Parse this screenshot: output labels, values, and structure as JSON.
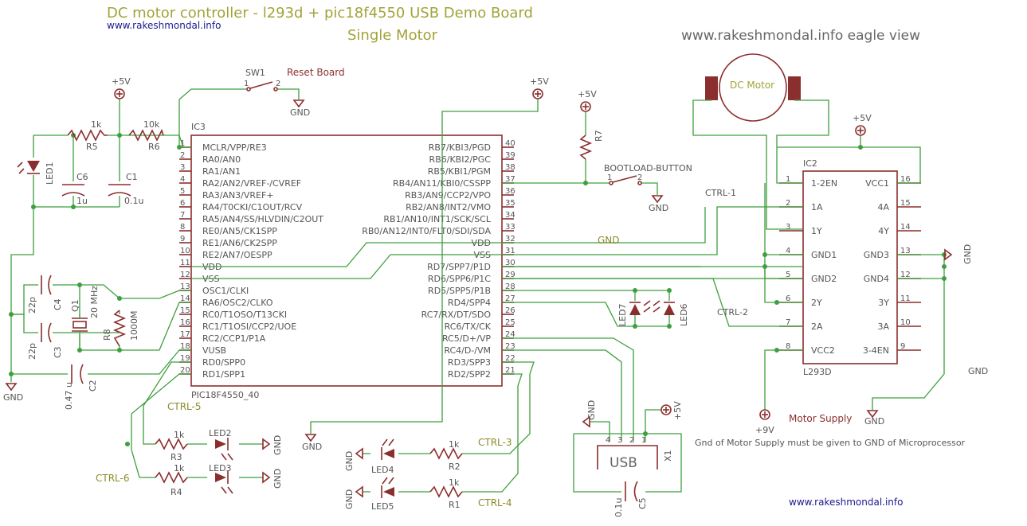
{
  "title": "DC motor controller - l293d + pic18f4550 USB Demo Board",
  "subtitle": "Single Motor",
  "site_top": "www.rakeshmondal.info",
  "eagle_view": "www.rakeshmondal.info eagle view",
  "site_bottom": "www.rakeshmondal.info",
  "note": "Gnd of Motor Supply must be given to GND of Microprocessor",
  "motor_supply": "Motor Supply",
  "ic3": {
    "name": "IC3",
    "part": "PIC18F4550_40",
    "left_pins": [
      {
        "num": "1",
        "name": "MCLR/VPP/RE3"
      },
      {
        "num": "2",
        "name": "RA0/AN0"
      },
      {
        "num": "3",
        "name": "RA1/AN1"
      },
      {
        "num": "4",
        "name": "RA2/AN2/VREF-/CVREF"
      },
      {
        "num": "5",
        "name": "RA3/AN3/VREF+"
      },
      {
        "num": "6",
        "name": "RA4/T0CKI/C1OUT/RCV"
      },
      {
        "num": "7",
        "name": "RA5/AN4/SS/HLVDIN/C2OUT"
      },
      {
        "num": "8",
        "name": "RE0/AN5/CK1SPP"
      },
      {
        "num": "9",
        "name": "RE1/AN6/CK2SPP"
      },
      {
        "num": "10",
        "name": "RE2/AN7/OESPP"
      },
      {
        "num": "11",
        "name": "VDD"
      },
      {
        "num": "12",
        "name": "VSS"
      },
      {
        "num": "13",
        "name": "OSC1/CLKI"
      },
      {
        "num": "14",
        "name": "RA6/OSC2/CLKO"
      },
      {
        "num": "15",
        "name": "RC0/T1OSO/T13CKI"
      },
      {
        "num": "16",
        "name": "RC1/T1OSI/CCP2/UOE"
      },
      {
        "num": "17",
        "name": "RC2/CCP1/P1A"
      },
      {
        "num": "18",
        "name": "VUSB"
      },
      {
        "num": "19",
        "name": "RD0/SPP0"
      },
      {
        "num": "20",
        "name": "RD1/SPP1"
      }
    ],
    "right_pins": [
      {
        "num": "40",
        "name": "RB7/KBI3/PGD"
      },
      {
        "num": "39",
        "name": "RB6/KBI2/PGC"
      },
      {
        "num": "38",
        "name": "RB5/KBI1/PGM"
      },
      {
        "num": "37",
        "name": "RB4/AN11/KBI0/CSSPP"
      },
      {
        "num": "36",
        "name": "RB3/AN9/CCP2/VPO"
      },
      {
        "num": "35",
        "name": "RB2/AN8/INT2/VMO"
      },
      {
        "num": "34",
        "name": "RB1/AN10/INT1/SCK/SCL"
      },
      {
        "num": "33",
        "name": "RB0/AN12/INT0/FLT0/SDI/SDA"
      },
      {
        "num": "32",
        "name": "VDD"
      },
      {
        "num": "31",
        "name": "VSS"
      },
      {
        "num": "30",
        "name": "RD7/SPP7/P1D"
      },
      {
        "num": "29",
        "name": "RD6/SPP6/P1C"
      },
      {
        "num": "28",
        "name": "RD5/SPP5/P1B"
      },
      {
        "num": "27",
        "name": "RD4/SPP4"
      },
      {
        "num": "26",
        "name": "RC7/RX/DT/SDO"
      },
      {
        "num": "25",
        "name": "RC6/TX/CK"
      },
      {
        "num": "24",
        "name": "RC5/D+/VP"
      },
      {
        "num": "23",
        "name": "RC4/D-/VM"
      },
      {
        "num": "22",
        "name": "RD3/SPP3"
      },
      {
        "num": "21",
        "name": "RD2/SPP2"
      }
    ]
  },
  "ic2": {
    "name": "IC2",
    "part": "L293D",
    "left_pins": [
      {
        "num": "1",
        "name": "1-2EN"
      },
      {
        "num": "2",
        "name": "1A"
      },
      {
        "num": "3",
        "name": "1Y"
      },
      {
        "num": "4",
        "name": "GND1"
      },
      {
        "num": "5",
        "name": "GND2"
      },
      {
        "num": "6",
        "name": "2Y"
      },
      {
        "num": "7",
        "name": "2A"
      },
      {
        "num": "8",
        "name": "VCC2"
      }
    ],
    "right_pins": [
      {
        "num": "16",
        "name": "VCC1"
      },
      {
        "num": "15",
        "name": "4A"
      },
      {
        "num": "14",
        "name": "4Y"
      },
      {
        "num": "13",
        "name": "GND3"
      },
      {
        "num": "12",
        "name": "GND4"
      },
      {
        "num": "11",
        "name": "3Y"
      },
      {
        "num": "10",
        "name": "3A"
      },
      {
        "num": "9",
        "name": "3-4EN"
      }
    ]
  },
  "motor": "DC Motor",
  "usb": {
    "name": "USB",
    "ref": "X1",
    "pins": [
      "4",
      "3",
      "2",
      "1"
    ]
  },
  "labels": {
    "p5v": "+5V",
    "p9v": "+9V",
    "gnd": "GND",
    "sw1": "SW1",
    "reset": "Reset Board",
    "boot": "BOOTLOAD-BUTTON",
    "r1": "R1",
    "r2": "R2",
    "r3": "R3",
    "r4": "R4",
    "r5": "R5",
    "r6": "R6",
    "r7": "R7",
    "r8": "R8",
    "v1k": "1k",
    "v10k": "10k",
    "v1000m": "1000M",
    "c1": "C1",
    "c2": "C2",
    "c3": "C3",
    "c4": "C4",
    "c5": "C5",
    "c6": "C6",
    "v01u": "0.1u",
    "v1u": "1u",
    "v047u": "0.47 u",
    "v22p": "22p",
    "q1": "Q1",
    "v20mhz": "20 MHz",
    "led1": "LED1",
    "led2": "LED2",
    "led3": "LED3",
    "led4": "LED4",
    "led5": "LED5",
    "led6": "LED6",
    "led7": "LED7",
    "ctrl1": "CTRL-1",
    "ctrl2": "CTRL-2",
    "ctrl3": "CTRL-3",
    "ctrl4": "CTRL-4",
    "ctrl5": "CTRL-5",
    "ctrl6": "CTRL-6",
    "sw_pin1": "1",
    "sw_pin2": "2"
  },
  "colors": {
    "wire": "#3f9f3f",
    "component": "#8b2e2e",
    "title": "#a3a33a",
    "link": "#1a1a8c"
  }
}
